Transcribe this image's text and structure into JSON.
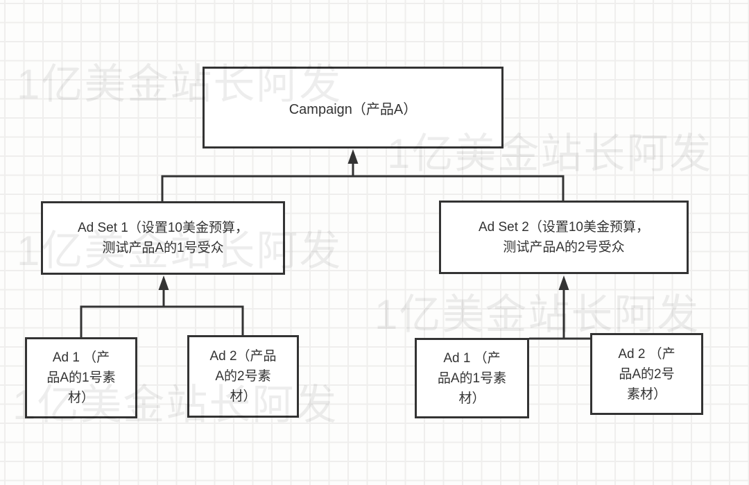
{
  "diagram": {
    "campaign": {
      "label": "Campaign（产品A）"
    },
    "adset1": {
      "lines": [
        "Ad Set 1（设置10美金预算，",
        "测试产品A的1号受众"
      ]
    },
    "adset2": {
      "lines": [
        "Ad Set 2（设置10美金预算，",
        "测试产品A的2号受众"
      ]
    },
    "ad1_left": {
      "lines": [
        "Ad 1 （产",
        "品A的1号素",
        "材）"
      ]
    },
    "ad2_left": {
      "lines": [
        "Ad 2（产品",
        "A的2号素",
        "材）"
      ]
    },
    "ad1_right": {
      "lines": [
        "Ad 1 （产",
        "品A的1号素",
        "材）"
      ]
    },
    "ad2_right": {
      "lines": [
        "Ad 2 （产",
        "品A的2号",
        "素材）"
      ]
    }
  },
  "watermark": {
    "text": "1亿美金站长阿发"
  },
  "colors": {
    "stroke": "#333333",
    "node_background": "#ffffff",
    "grid_line": "#efeeed",
    "canvas_background": "#fdfdfc",
    "watermark": "rgba(0,0,0,0.07)"
  }
}
